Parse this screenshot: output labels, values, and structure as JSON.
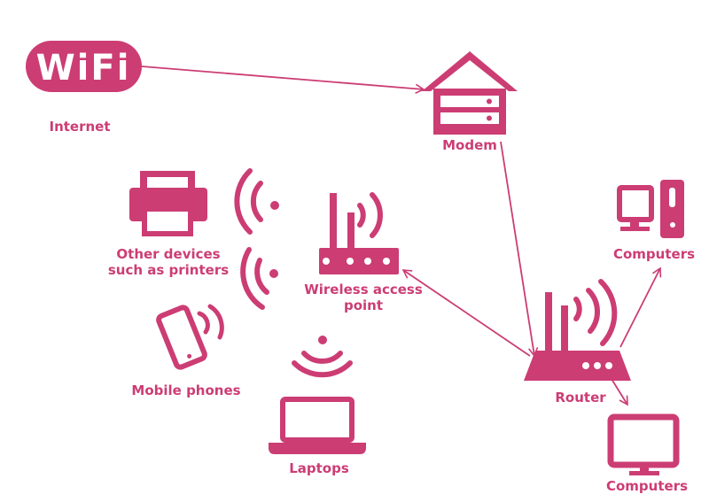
{
  "colors": {
    "accent": "#cc3d74",
    "background": "#ffffff"
  },
  "wifi_logo": {
    "text": "WiFi"
  },
  "nodes": {
    "internet": {
      "label": "Internet",
      "icon": "wifi-logo-icon"
    },
    "modem": {
      "label": "Modem",
      "icon": "modem-icon"
    },
    "printers": {
      "label_line1": "Other devices",
      "label_line2": "such as printers",
      "icon": "printer-icon"
    },
    "access_point": {
      "label_line1": "Wireless access",
      "label_line2": "point",
      "icon": "access-point-icon"
    },
    "mobile": {
      "label": "Mobile phones",
      "icon": "mobile-phone-icon"
    },
    "laptops": {
      "label": "Laptops",
      "icon": "laptop-icon"
    },
    "router": {
      "label": "Router",
      "icon": "router-icon"
    },
    "computers_top": {
      "label": "Computers",
      "icon": "desktop-tower-icon"
    },
    "computers_bottom": {
      "label": "Computers",
      "icon": "monitor-icon"
    }
  },
  "connections": [
    {
      "from": "internet",
      "to": "modem"
    },
    {
      "from": "modem",
      "to": "router"
    },
    {
      "from": "router",
      "to": "access_point"
    },
    {
      "from": "router",
      "to": "computers_top"
    },
    {
      "from": "router",
      "to": "computers_bottom"
    }
  ]
}
